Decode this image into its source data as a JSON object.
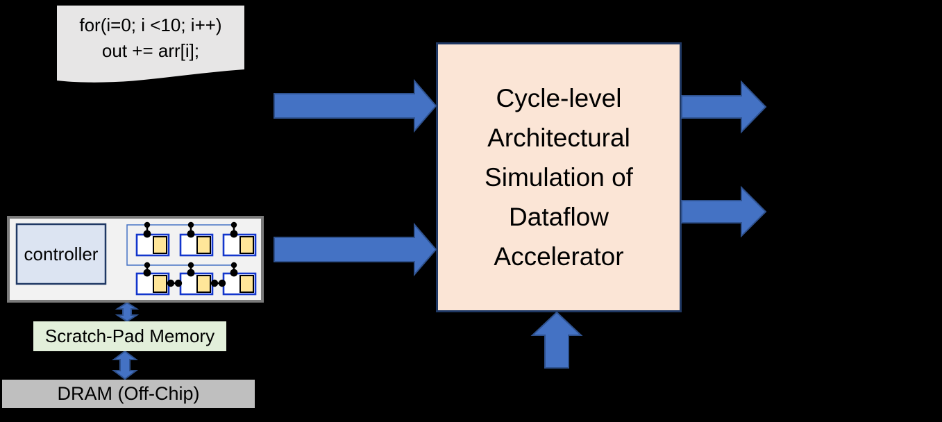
{
  "colors": {
    "background": "#000000",
    "arrow_fill": "#4472c4",
    "arrow_stroke": "#2f528f",
    "code_fill": "#e7e6e6",
    "simulator_fill": "#fbe5d6",
    "simulator_border": "#1f3864",
    "accelerator_fill": "#f2f2f2",
    "accelerator_border": "#7a7a7a",
    "controller_fill": "#dce4f2",
    "controller_border": "#1f3864",
    "pe_border": "#1336cc",
    "pe_buffer_fill": "#ffe699",
    "bus_stroke": "#4472c4",
    "scratchpad_fill": "#e2efda",
    "dram_fill": "#bfbfbf",
    "text": "#000000"
  },
  "code_snippet": {
    "lines": [
      "for(i=0; i <10; i++)",
      "out += arr[i];"
    ]
  },
  "simulator": {
    "lines": [
      "Cycle-level",
      "Architectural",
      "Simulation of",
      "Dataflow",
      "Accelerator"
    ]
  },
  "accelerator": {
    "controller_label": "controller",
    "pe_grid": {
      "rows": 2,
      "cols": 3
    }
  },
  "memory": {
    "scratchpad_label": "Scratch-Pad Memory",
    "dram_label": "DRAM (Off-Chip)"
  }
}
